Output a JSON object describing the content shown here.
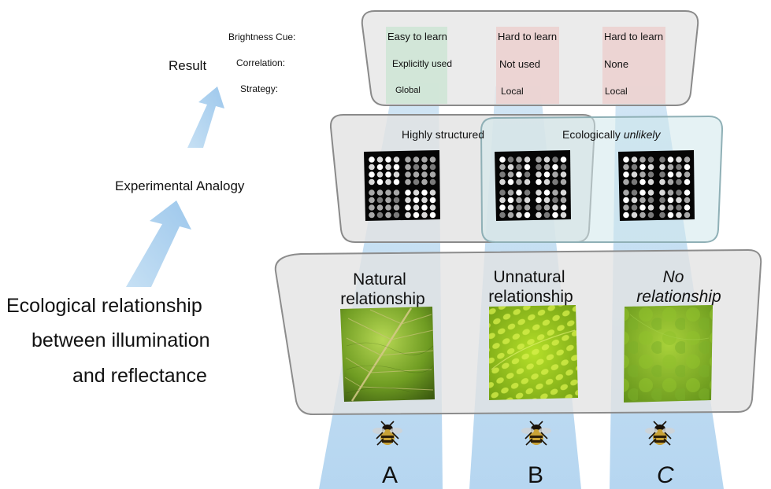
{
  "left_labels": {
    "result": "Result",
    "experimental_analogy": "Experimental Analogy",
    "ecological_line1": "Ecological relationship",
    "ecological_line2": "between illumination",
    "ecological_line3": "and reflectance"
  },
  "result_panel": {
    "row_labels": [
      "Brightness Cue:",
      "Correlation:",
      "Strategy:"
    ],
    "columns": [
      {
        "cue": "Easy to learn",
        "correlation": "Explicitly used",
        "strategy": "Global"
      },
      {
        "cue": "Hard to learn",
        "correlation": "Not used",
        "strategy": "Local"
      },
      {
        "cue": "Hard to learn",
        "correlation": "None",
        "strategy": "Local"
      }
    ]
  },
  "analogy_panel": {
    "label_left": "Highly structured",
    "label_right_plain": "Ecologically ",
    "label_right_italic": "unlikely"
  },
  "ecological_panel": {
    "columns": [
      {
        "line1": "Natural",
        "line2": "relationship"
      },
      {
        "line1": "Unnatural",
        "line2": "relationship"
      },
      {
        "line1": "No",
        "line2": "relationship"
      }
    ]
  },
  "conditions": [
    "A",
    "B",
    "C"
  ],
  "colors": {
    "beam_blue": "#bcd9ef",
    "arrow_blue": "#b3d5f0",
    "result_col_a": "#cfe5d6",
    "result_col_b": "#ecd2d0",
    "result_col_c": "#ecd2d0",
    "panel_fill": "#e4e4e4",
    "panel_stroke": "#8a8a8a",
    "overlay_teal": "#cde6ea",
    "leaf_green": "#6aa82a"
  }
}
